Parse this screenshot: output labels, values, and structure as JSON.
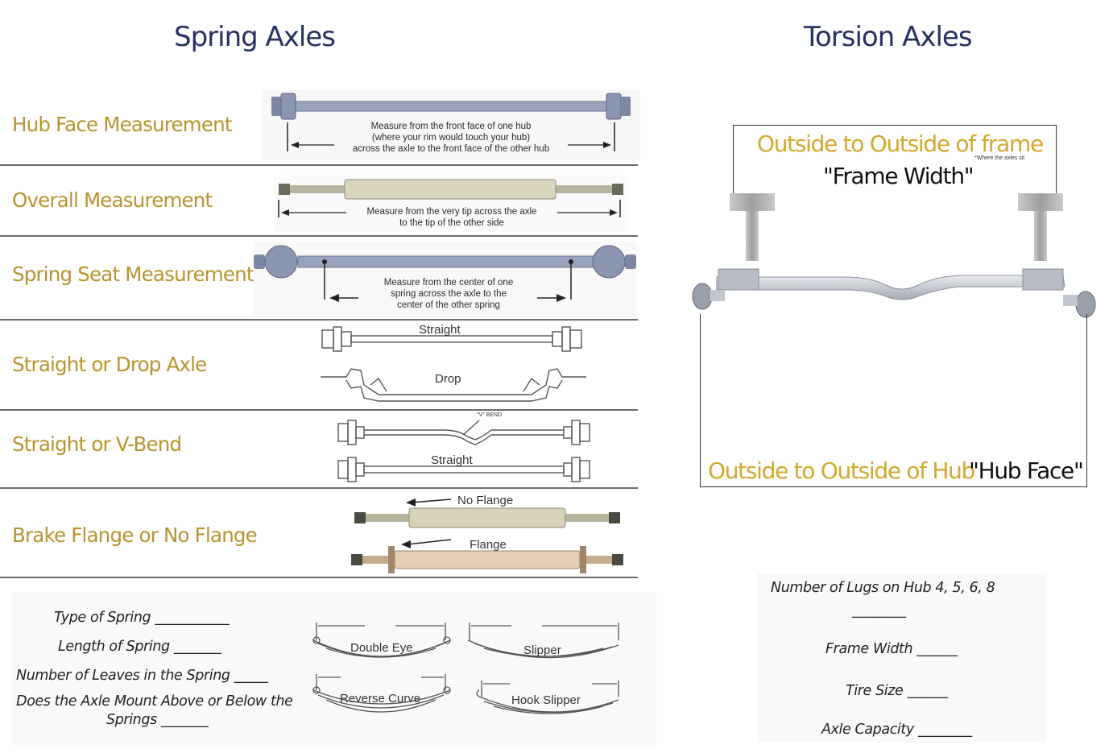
{
  "headings": {
    "spring": "Spring Axles",
    "torsion": "Torsion Axles"
  },
  "rows": [
    {
      "label": "Hub Face Measurement",
      "note": [
        "Measure from the front face of one hub",
        "(where your rim would touch your hub)",
        "across the axle to the front face of the other hub"
      ]
    },
    {
      "label": "Overall Measurement",
      "note": [
        "Measure from the very tip across the axle",
        "to the tip of the other side"
      ]
    },
    {
      "label": "Spring Seat Measurement",
      "note": [
        "Measure from the center of one",
        "spring across the axle to the",
        "center of the other spring"
      ]
    },
    {
      "label": "Straight or Drop Axle",
      "tags": [
        "Straight",
        "Drop"
      ]
    },
    {
      "label": "Straight or V-Bend",
      "tags": [
        "\"V\" BEND",
        "Straight"
      ]
    },
    {
      "label": "Brake Flange or No Flange",
      "tags": [
        "No Flange",
        "Flange"
      ]
    }
  ],
  "spring_form": {
    "type": "Type of Spring ___________",
    "length": "Length of Spring _______",
    "leaves": "Number of Leaves in the Spring _____",
    "mount_1": "Does the Axle Mount Above or Below the",
    "mount_2": "Springs _______",
    "spring_types": [
      "Double Eye",
      "Slipper",
      "Reverse Curve",
      "Hook Slipper"
    ]
  },
  "torsion": {
    "frame_gold": "Outside to Outside of frame",
    "frame_black": "\"Frame Width\"",
    "frame_note": "*Where the axles sit",
    "hub_gold": "Outside to Outside of Hub",
    "hub_black": "\"Hub Face\""
  },
  "torsion_form": {
    "lugs": "Number of Lugs on Hub 4, 5, 6, 8",
    "lugs_blank": "________",
    "frame_width": "Frame Width ______",
    "tire_size": "Tire Size ______",
    "axle_capacity": "Axle Capacity ________"
  },
  "colors": {
    "heading": "#263261",
    "label_gold": "#b7932d",
    "accent_gold": "#d3a82d",
    "axle_gray": "#9aa0b0"
  }
}
